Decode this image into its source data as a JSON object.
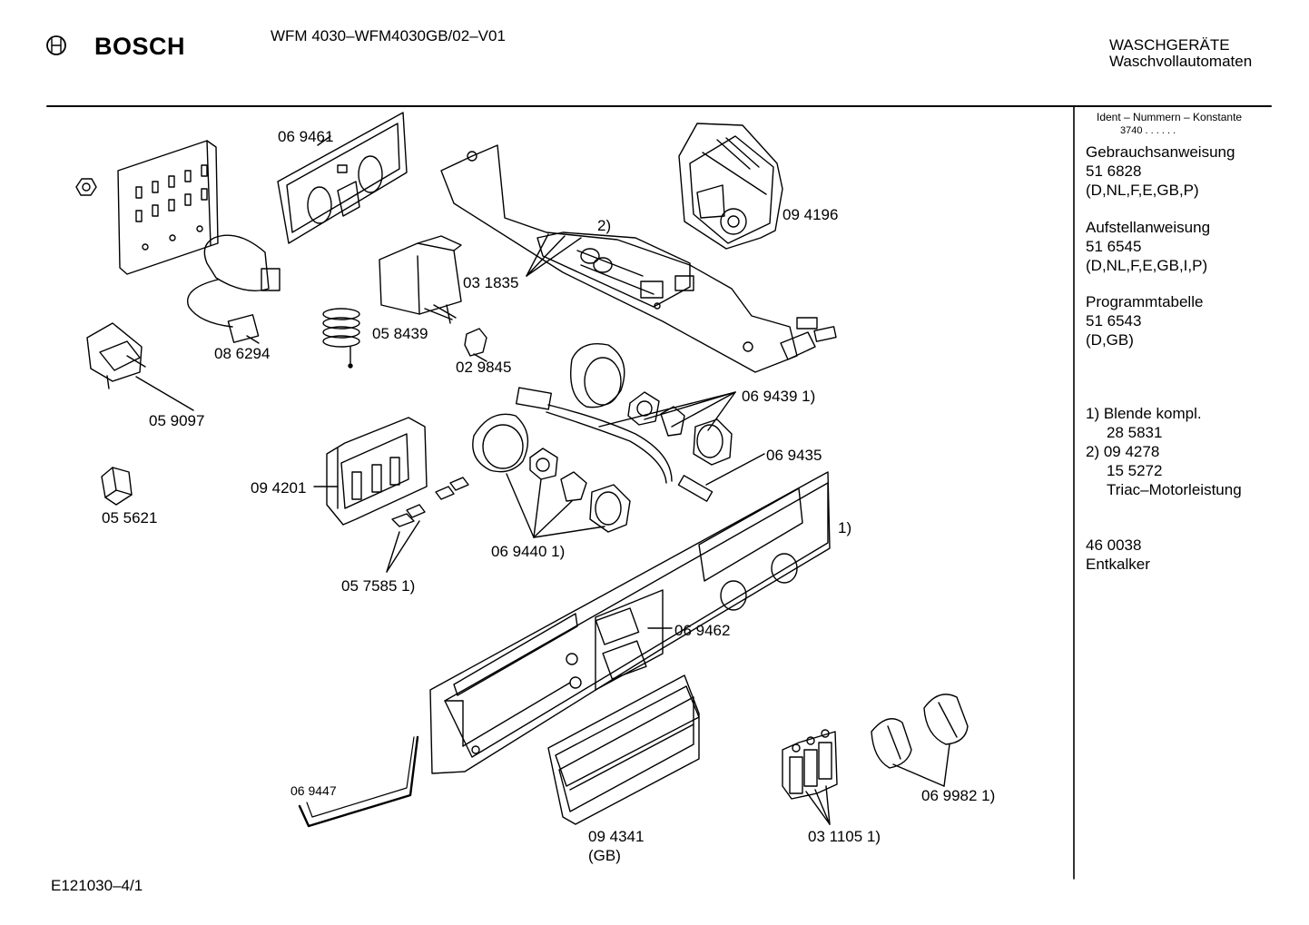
{
  "header": {
    "brand": "BOSCH",
    "model": "WFM 4030–WFM4030GB/02–V01",
    "category": "WASCHGERÄTE",
    "subcategory": "Waschvollautomaten"
  },
  "sidebar": {
    "ident_title": "Ident – Nummern – Konstante",
    "ident_value": "3740 . . . . . .",
    "docs": [
      {
        "title": "Gebrauchsanweisung",
        "number": "51 6828",
        "langs": "(D,NL,F,E,GB,P)"
      },
      {
        "title": "Aufstellanweisung",
        "number": "51 6545",
        "langs": "(D,NL,F,E,GB,I,P)"
      },
      {
        "title": "Programmtabelle",
        "number": "51 6543",
        "langs": "(D,GB)"
      }
    ],
    "notes": {
      "n1": "1)  Blende kompl.",
      "n1_num": "28 5831",
      "n2": "2)  09 4278",
      "n2_num": "15 5272",
      "n2_desc": "Triac–Motorleistung"
    },
    "extra_number": "46 0038",
    "extra_desc": "Entkalker"
  },
  "parts": {
    "p069461": "06 9461",
    "p094196": "09 4196",
    "p2": "2)",
    "p031835": "03 1835",
    "p058439": "05 8439",
    "p086294": "08 6294",
    "p029845": "02 9845",
    "p059097": "05 9097",
    "p069439": "06 9439 1)",
    "p069435": "06 9435",
    "p094201": "09 4201",
    "p055621": "05 5621",
    "p1": "1)",
    "p069440": "06 9440 1)",
    "p057585": "05 7585 1)",
    "p069462": "06 9462",
    "p069447": "06 9447",
    "p094341": "09 4341",
    "pGB": "(GB)",
    "p031105": "03 1105 1)",
    "p069982": "06 9982 1)"
  },
  "footer": {
    "drawing_id": "E121030–4/1"
  }
}
